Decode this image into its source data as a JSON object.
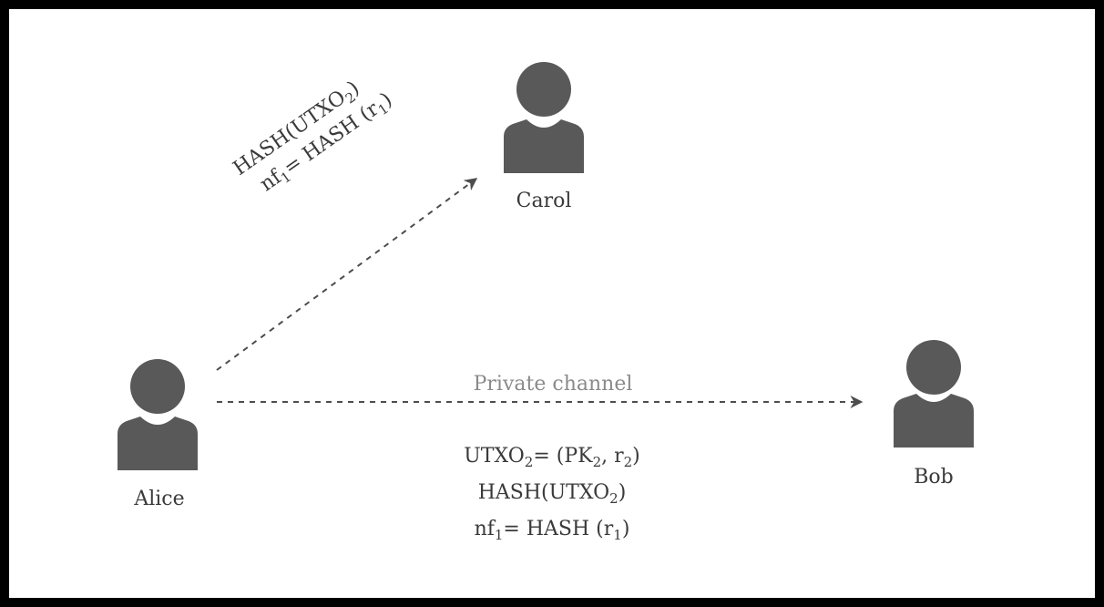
{
  "actors": {
    "alice": {
      "name": "Alice"
    },
    "carol": {
      "name": "Carol"
    },
    "bob": {
      "name": "Bob"
    }
  },
  "edges": {
    "alice_to_carol": {
      "line1": {
        "a": "HASH(UTXO",
        "s": "2",
        "b": ")"
      },
      "line2": {
        "a": "nf",
        "s": "1",
        "b": "= HASH (r",
        "s2": "1",
        "c": ")"
      }
    },
    "alice_to_bob": {
      "label": "Private channel",
      "line1": {
        "a": "UTXO",
        "s": "2",
        "b": "= (PK",
        "s2": "2",
        "c": ", r",
        "s3": "2",
        "d": ")"
      },
      "line2": {
        "a": "HASH(UTXO",
        "s": "2",
        "b": ")"
      },
      "line3": {
        "a": "nf",
        "s": "1",
        "b": "= HASH (r",
        "s2": "1",
        "c": ")"
      }
    }
  },
  "colors": {
    "icon": "#595959",
    "text": "#3a3a3a",
    "channel_text": "#8a8a8a",
    "arrow": "#4d4d4d",
    "frame": "#000000"
  },
  "icons": {
    "person": "person-icon"
  }
}
